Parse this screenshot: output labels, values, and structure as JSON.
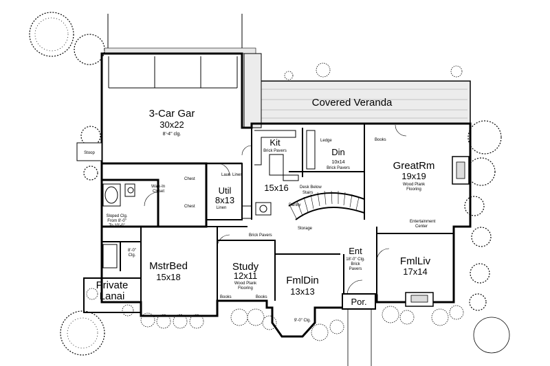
{
  "rooms": {
    "garage": {
      "name": "3-Car Gar",
      "dims": "30x22",
      "note": "8'-4\" clg."
    },
    "veranda": {
      "name": "Covered Veranda"
    },
    "kitchen": {
      "name": "Kit",
      "note": "Brick Pavers"
    },
    "dining": {
      "name": "Din",
      "dims": "10x14",
      "note": "Brick Pavers"
    },
    "greatroom": {
      "name": "GreatRm",
      "dims": "19x19",
      "note1": "Wood Plank",
      "note2": "Flooring"
    },
    "utility": {
      "name": "Util",
      "dims": "8x13",
      "note": "Linen"
    },
    "kitchen2": {
      "dims": "15x16"
    },
    "master": {
      "name": "MstrBed",
      "dims": "15x18"
    },
    "study": {
      "name": "Study",
      "dims": "12x11",
      "note1": "Wood Plank",
      "note2": "Flooring"
    },
    "formaldin": {
      "name": "FmlDin",
      "dims": "13x13",
      "note": "9'-0\" Clg."
    },
    "entry": {
      "name": "Ent",
      "note1": "18'-0\" Clg.",
      "note2": "Brick",
      "note3": "Pavers"
    },
    "formalliv": {
      "name": "FmlLiv",
      "dims": "17x14"
    },
    "lanai": {
      "name1": "Private",
      "name2": "Lanai"
    },
    "porch": {
      "name": "Por."
    }
  },
  "labels": {
    "stoop": "Stoop",
    "ledge": "Ledge",
    "books1": "Books",
    "books2": "Books",
    "books3": "Books",
    "desk": "Desk Below",
    "stairs": "Stairs",
    "pantry": "Pantry",
    "storage": "Storage",
    "entertainment1": "Entertainment",
    "entertainment2": "Center",
    "brick_pavers_hall": "Brick Pavers",
    "walkin1": "Walk-In",
    "walkin2": "Closet",
    "chest1": "Chest",
    "chest2": "Chest",
    "sloped1": "Sloped Clg.",
    "sloped2": "From 8'-0\"",
    "sloped3": "To 10'-0\"",
    "clg": "8'-0\"",
    "clg2": "Clg.",
    "linen": "Linen",
    "laundry": "Laun",
    "booksstudy": "Books"
  }
}
